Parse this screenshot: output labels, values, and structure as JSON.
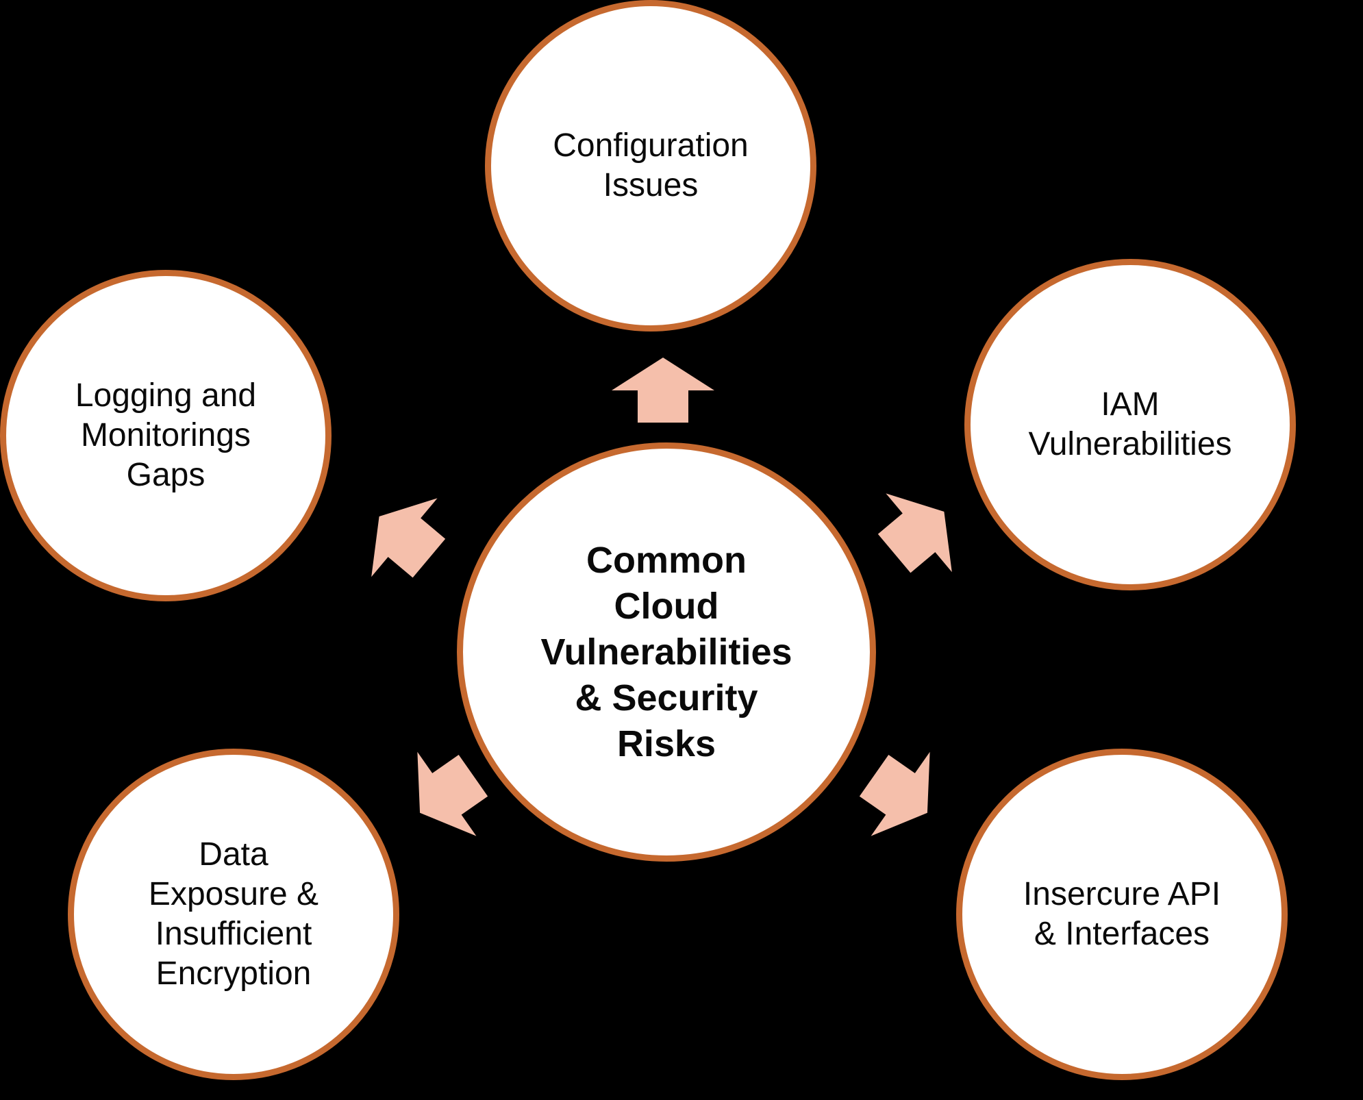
{
  "title": "Common Cloud Vulnerabilities & Security Risks diagram",
  "colors": {
    "background": "#000000",
    "circle_fill": "#FFFFFF",
    "circle_border": "#C6692F",
    "arrow_fill": "#F5BFAB",
    "text": "#0A0A0A"
  },
  "nodes": {
    "center": {
      "lines": "Common\nCloud\nVulnerabilities\n& Security\nRisks"
    },
    "top": {
      "lines": "Configuration\nIssues"
    },
    "right": {
      "lines": "IAM\nVulnerabilities"
    },
    "bottom_right": {
      "lines": "Insercure API\n& Interfaces"
    },
    "bottom_left": {
      "lines": "Data\nExposure &\nInsufficient\nEncryption"
    },
    "left": {
      "lines": "Logging and\nMonitorings\nGaps"
    }
  },
  "arrows": {
    "up": "points from center to Configuration Issues",
    "up_left": "points from center to Logging and Monitorings Gaps",
    "up_right": "points from center to IAM Vulnerabilities",
    "down_left": "points from center to Data Exposure & Insufficient Encryption",
    "down_right": "points from center to Insercure API & Interfaces"
  }
}
